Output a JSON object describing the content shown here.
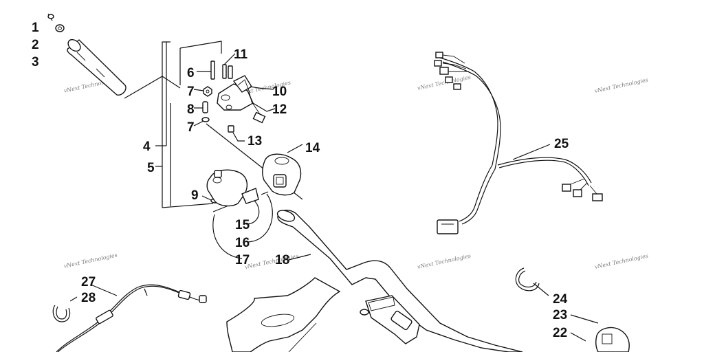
{
  "callouts": [
    "1",
    "2",
    "3",
    "4",
    "5",
    "6",
    "7",
    "7",
    "8",
    "9",
    "10",
    "11",
    "12",
    "13",
    "14",
    "15",
    "16",
    "17",
    "18",
    "22",
    "23",
    "24",
    "25",
    "27",
    "28"
  ],
  "watermark": {
    "text": "vNext Technologies"
  }
}
